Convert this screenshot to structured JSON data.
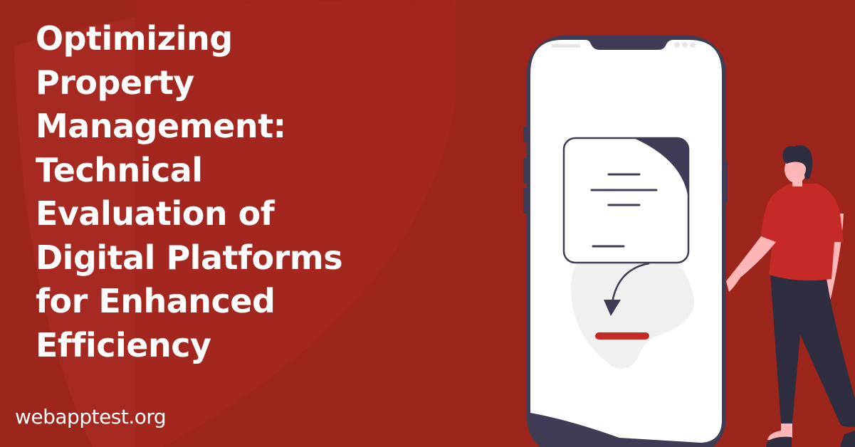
{
  "banner": {
    "title_lines": [
      "Optimizing",
      "Property",
      "Management:",
      "Technical",
      "Evaluation of",
      "Digital Platforms",
      "for Enhanced",
      "Efficiency"
    ],
    "site_watermark": "webapptest.org"
  },
  "illustration": {
    "phone": {
      "frame_color": "#3f3d56",
      "screen_color": "#ffffff",
      "status_indicators": 3
    },
    "document_card_lines": 4,
    "accent_bar_color": "#c62a26",
    "person": {
      "shirt_color": "#c62a26",
      "pants_color": "#2f2e41",
      "skin_color": "#ffb6b6"
    }
  },
  "colors": {
    "background": "#9c251c",
    "shield_light": "#a82b22",
    "shield_mid": "#a3271e",
    "text": "#ffffff"
  }
}
